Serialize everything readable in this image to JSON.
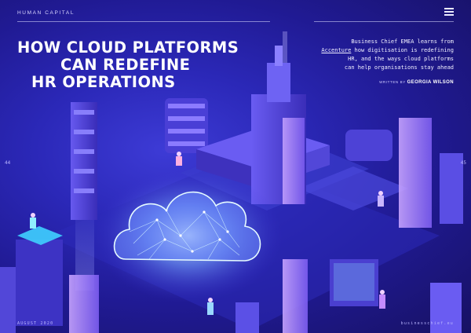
{
  "header": {
    "section_label": "HUMAN CAPITAL",
    "menu_icon": "hamburger-menu-icon"
  },
  "article": {
    "title_lines": [
      "HOW CLOUD PLATFORMS",
      "CAN REDEFINE",
      "HR OPERATIONS"
    ],
    "intro_line1": "Business Chief EMEA learns from",
    "intro_link": "Accenture",
    "intro_line2_rest": " how digitisation is redefining",
    "intro_line3": "HR, and the ways cloud platforms",
    "intro_line4": "can help organisations stay ahead",
    "byline_prefix": "WRITTEN BY",
    "byline_author": "GEORGIA WILSON"
  },
  "pages": {
    "left": "44",
    "right": "45"
  },
  "footer": {
    "date": "AUGUST 2020",
    "site": "businesschief.eu"
  },
  "colors": {
    "background": "#2b28b8",
    "accent": "#9b7bff",
    "glow": "#8fe6ff"
  }
}
